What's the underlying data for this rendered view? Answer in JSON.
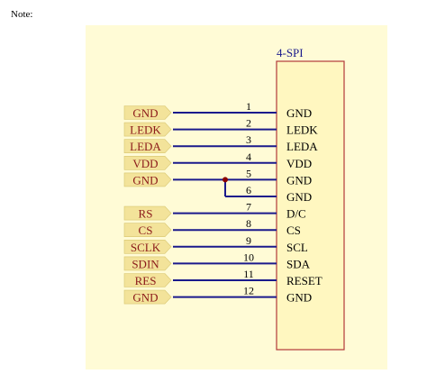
{
  "note": "Note:",
  "diagram": {
    "part_name": "4-SPI",
    "colors": {
      "background": "#fffbd6",
      "chip_fill": "#fff7c0",
      "chip_border": "#b23a3a",
      "wire": "#1a1a8c",
      "port_fill": "#f3e39a",
      "port_text": "#8b1a1a",
      "part_name": "#1a1a8c",
      "junction": "#8b0000"
    },
    "pins": [
      {
        "num": "1",
        "name": "GND",
        "net": "GND"
      },
      {
        "num": "2",
        "name": "LEDK",
        "net": "LEDK"
      },
      {
        "num": "3",
        "name": "LEDA",
        "net": "LEDA"
      },
      {
        "num": "4",
        "name": "VDD",
        "net": "VDD"
      },
      {
        "num": "5",
        "name": "GND",
        "net": "GND"
      },
      {
        "num": "6",
        "name": "GND",
        "net": ""
      },
      {
        "num": "7",
        "name": "D/C",
        "net": "RS"
      },
      {
        "num": "8",
        "name": "CS",
        "net": "CS"
      },
      {
        "num": "9",
        "name": "SCL",
        "net": "SCLK"
      },
      {
        "num": "10",
        "name": "SDA",
        "net": "SDIN"
      },
      {
        "num": "11",
        "name": "RESET",
        "net": "RES"
      },
      {
        "num": "12",
        "name": "GND",
        "net": "GND"
      }
    ]
  }
}
